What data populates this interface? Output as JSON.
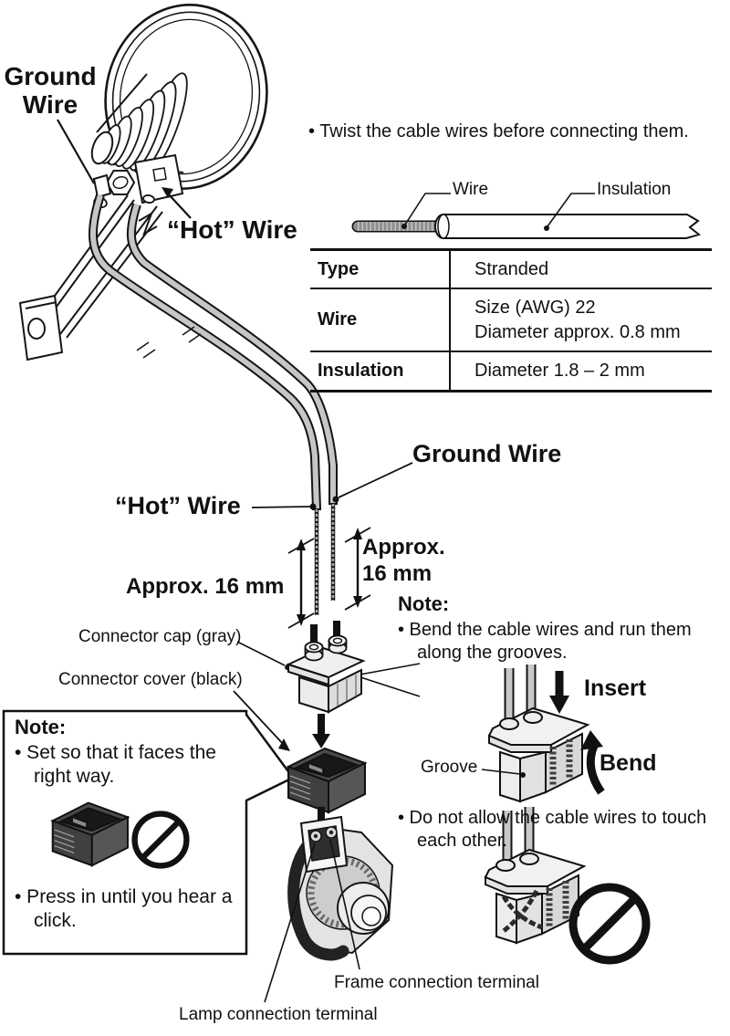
{
  "palette": {
    "ink": "#1a1a1a",
    "cable_gray": "#c6c6c6",
    "cap_gray": "#e8e8e8",
    "cover_black": "#3a3a3a",
    "paper": "#ffffff"
  },
  "head_figure": {
    "ground_wire": "Ground Wire",
    "hot_wire": "“Hot” Wire"
  },
  "twist_note": "• Twist the cable wires before connecting them.",
  "cable_figure": {
    "wire": "Wire",
    "insulation": "Insulation"
  },
  "spec_table": {
    "rows": [
      {
        "name": "Type",
        "line1": "Stranded",
        "line2": ""
      },
      {
        "name": "Wire",
        "line1": "Size (AWG) 22",
        "line2": "Diameter approx. 0.8 mm"
      },
      {
        "name": "Insulation",
        "line1": "Diameter 1.8 – 2 mm",
        "line2": ""
      }
    ]
  },
  "strip_figure": {
    "ground_wire": "Ground Wire",
    "hot_wire": "“Hot” Wire",
    "approx_left": "Approx. 16 mm",
    "approx_right_line1": "Approx.",
    "approx_right_line2": "16 mm",
    "connector_cap": "Connector cap (gray)",
    "connector_cover": "Connector cover (black)",
    "frame_terminal": "Frame connection terminal",
    "lamp_terminal": "Lamp connection terminal"
  },
  "left_note": {
    "title": "Note:",
    "item1": "• Set so that it faces the right way.",
    "item2": "• Press in until you hear a click."
  },
  "right_note": {
    "title": "Note:",
    "item_bend": "• Bend the cable wires and run them along the grooves.",
    "insert": "Insert",
    "groove": "Groove",
    "bend": "Bend",
    "item_touch": "• Do not allow the cable wires to touch each other."
  }
}
